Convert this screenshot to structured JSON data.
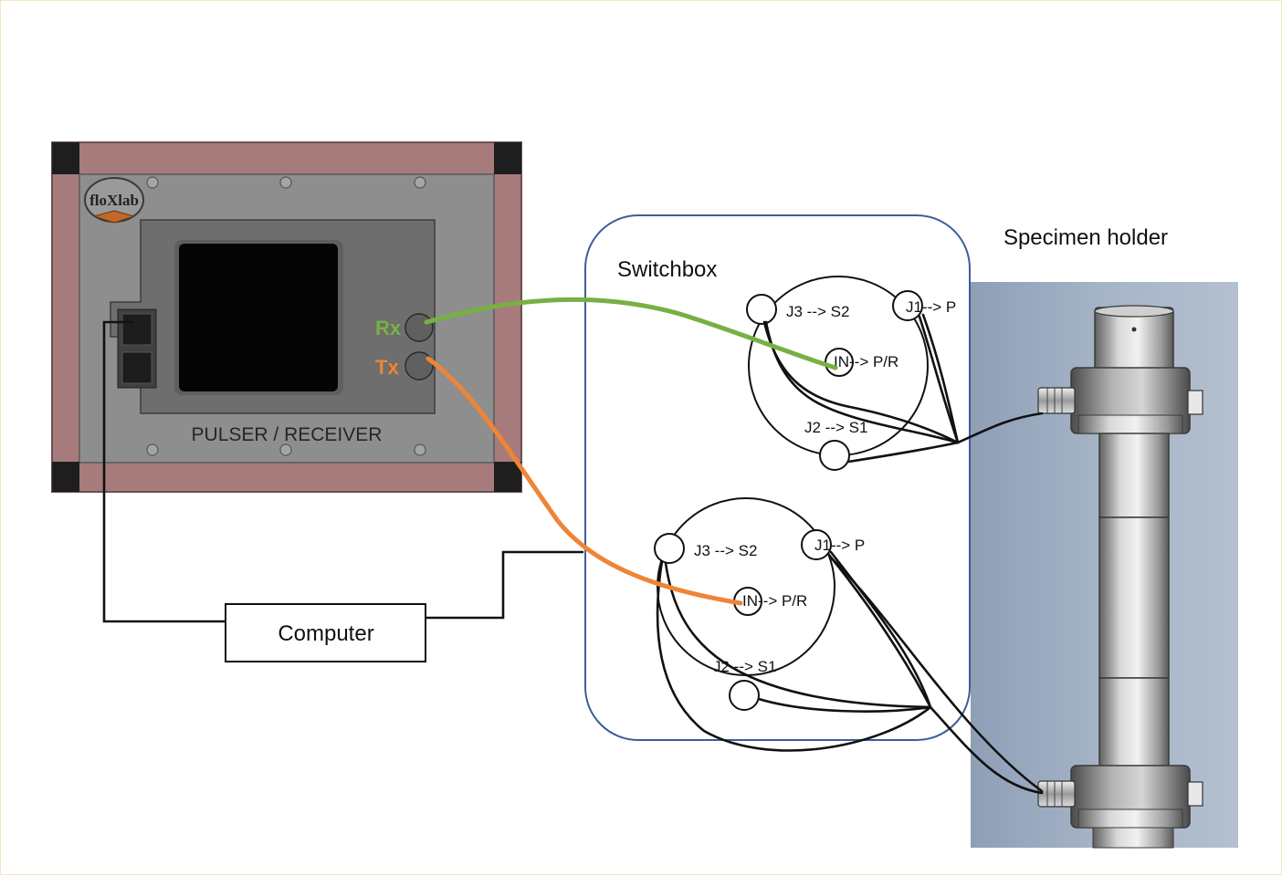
{
  "pulser": {
    "logo_text": "floXlab",
    "device_label": "PULSER / RECEIVER",
    "rx_label": "Rx",
    "tx_label": "Tx"
  },
  "switchbox": {
    "title": "Switchbox",
    "upper": {
      "j3": "J3 --> S2",
      "j1": "J1--> P",
      "in": "IN--> P/R",
      "j2": "J2 --> S1"
    },
    "lower": {
      "j3": "J3 --> S2",
      "j1": "J1--> P",
      "in": "IN--> P/R",
      "j2": "J2 --> S1"
    }
  },
  "specimen": {
    "title": "Specimen holder"
  },
  "computer": {
    "label": "Computer"
  },
  "colors": {
    "rx_cable": "#77b043",
    "tx_cable": "#ee8536",
    "frame": "#a77b7b",
    "panel": "#8e8e8e",
    "switchbox_border": "#3d5d9a",
    "specimen_bg": "#a7b5c8"
  }
}
